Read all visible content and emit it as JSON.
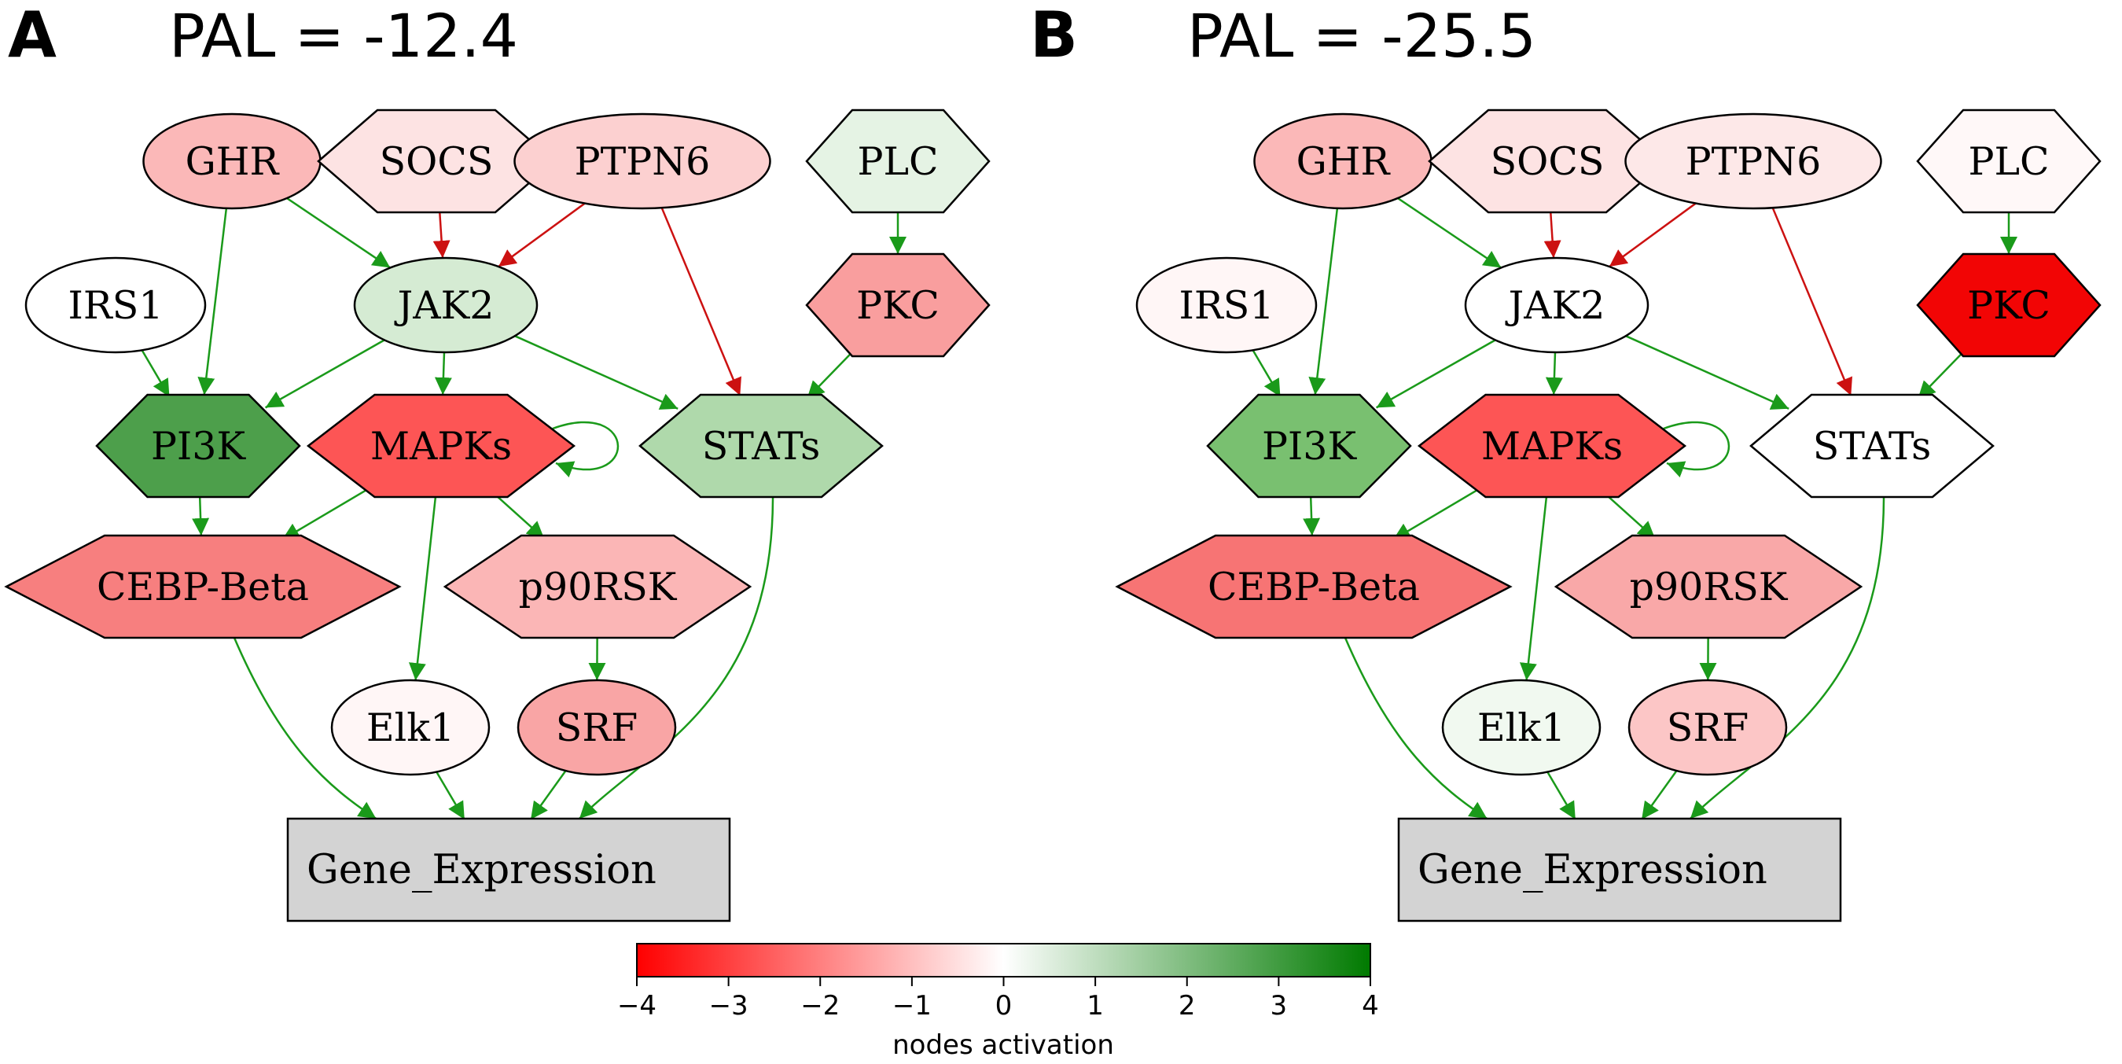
{
  "panels": [
    {
      "letter": "A",
      "title": "PAL = -12.4",
      "nodes": {
        "GHR": {
          "label": "GHR",
          "shape": "ellipse",
          "fill": "#fbb8b8"
        },
        "SOCS": {
          "label": "SOCS",
          "shape": "hexagon",
          "fill": "#fde3e3"
        },
        "PTPN6": {
          "label": "PTPN6",
          "shape": "ellipse",
          "fill": "#fcd0d0"
        },
        "PLC": {
          "label": "PLC",
          "shape": "hexagon",
          "fill": "#e5f3e4"
        },
        "IRS1": {
          "label": "IRS1",
          "shape": "ellipse",
          "fill": "#ffffff"
        },
        "JAK2": {
          "label": "JAK2",
          "shape": "ellipse",
          "fill": "#d5ebd3"
        },
        "PKC": {
          "label": "PKC",
          "shape": "hexagon",
          "fill": "#f99e9e"
        },
        "PI3K": {
          "label": "PI3K",
          "shape": "hexagon",
          "fill": "#4d9f4b"
        },
        "MAPKs": {
          "label": "MAPKs",
          "shape": "hexagon",
          "fill": "#fd5555"
        },
        "STATs": {
          "label": "STATs",
          "shape": "hexagon",
          "fill": "#afd9ab"
        },
        "CEBP-Beta": {
          "label": "CEBP-Beta",
          "shape": "hexagon",
          "fill": "#f77f7f"
        },
        "p90RSK": {
          "label": "p90RSK",
          "shape": "hexagon",
          "fill": "#fbb6b6"
        },
        "Elk1": {
          "label": "Elk1",
          "shape": "ellipse",
          "fill": "#fff6f6"
        },
        "SRF": {
          "label": "SRF",
          "shape": "ellipse",
          "fill": "#f9a5a5"
        },
        "Gene_Expression": {
          "label": "Gene_Expression",
          "shape": "box",
          "fill": "#d3d3d3"
        }
      }
    },
    {
      "letter": "B",
      "title": "PAL = -25.5",
      "nodes": {
        "GHR": {
          "label": "GHR",
          "shape": "ellipse",
          "fill": "#fbb8b8"
        },
        "SOCS": {
          "label": "SOCS",
          "shape": "hexagon",
          "fill": "#fde3e3"
        },
        "PTPN6": {
          "label": "PTPN6",
          "shape": "ellipse",
          "fill": "#fde8e8"
        },
        "PLC": {
          "label": "PLC",
          "shape": "hexagon",
          "fill": "#fff8f8"
        },
        "IRS1": {
          "label": "IRS1",
          "shape": "ellipse",
          "fill": "#fff6f6"
        },
        "JAK2": {
          "label": "JAK2",
          "shape": "ellipse",
          "fill": "#ffffff"
        },
        "PKC": {
          "label": "PKC",
          "shape": "hexagon",
          "fill": "#f20505"
        },
        "PI3K": {
          "label": "PI3K",
          "shape": "hexagon",
          "fill": "#79c070"
        },
        "MAPKs": {
          "label": "MAPKs",
          "shape": "hexagon",
          "fill": "#fd5555"
        },
        "STATs": {
          "label": "STATs",
          "shape": "hexagon",
          "fill": "#ffffff"
        },
        "CEBP-Beta": {
          "label": "CEBP-Beta",
          "shape": "hexagon",
          "fill": "#f77474"
        },
        "p90RSK": {
          "label": "p90RSK",
          "shape": "hexagon",
          "fill": "#f9a8a8"
        },
        "Elk1": {
          "label": "Elk1",
          "shape": "ellipse",
          "fill": "#f1f9f0"
        },
        "SRF": {
          "label": "SRF",
          "shape": "ellipse",
          "fill": "#fcc6c6"
        },
        "Gene_Expression": {
          "label": "Gene_Expression",
          "shape": "box",
          "fill": "#d3d3d3"
        }
      }
    }
  ],
  "edges": [
    {
      "from": "GHR",
      "to": "JAK2",
      "type": "activation"
    },
    {
      "from": "GHR",
      "to": "PI3K",
      "type": "activation"
    },
    {
      "from": "SOCS",
      "to": "JAK2",
      "type": "inhibition"
    },
    {
      "from": "PTPN6",
      "to": "JAK2",
      "type": "inhibition"
    },
    {
      "from": "PTPN6",
      "to": "STATs",
      "type": "inhibition"
    },
    {
      "from": "PLC",
      "to": "PKC",
      "type": "activation"
    },
    {
      "from": "IRS1",
      "to": "PI3K",
      "type": "activation"
    },
    {
      "from": "JAK2",
      "to": "PI3K",
      "type": "activation"
    },
    {
      "from": "JAK2",
      "to": "MAPKs",
      "type": "activation"
    },
    {
      "from": "JAK2",
      "to": "STATs",
      "type": "activation"
    },
    {
      "from": "PKC",
      "to": "STATs",
      "type": "activation"
    },
    {
      "from": "MAPKs",
      "to": "MAPKs",
      "type": "activation"
    },
    {
      "from": "PI3K",
      "to": "CEBP-Beta",
      "type": "activation"
    },
    {
      "from": "MAPKs",
      "to": "CEBP-Beta",
      "type": "activation"
    },
    {
      "from": "MAPKs",
      "to": "p90RSK",
      "type": "activation"
    },
    {
      "from": "MAPKs",
      "to": "Elk1",
      "type": "activation"
    },
    {
      "from": "p90RSK",
      "to": "SRF",
      "type": "activation"
    },
    {
      "from": "CEBP-Beta",
      "to": "Gene_Expression",
      "type": "activation"
    },
    {
      "from": "Elk1",
      "to": "Gene_Expression",
      "type": "activation"
    },
    {
      "from": "SRF",
      "to": "Gene_Expression",
      "type": "activation"
    },
    {
      "from": "STATs",
      "to": "Gene_Expression",
      "type": "activation"
    }
  ],
  "edge_colors": {
    "activation": "#1a9a1a",
    "inhibition": "#cc1111"
  },
  "colorbar": {
    "label": "nodes activation",
    "ticks": [
      "−4",
      "−3",
      "−2",
      "−1",
      "0",
      "1",
      "2",
      "3",
      "4"
    ],
    "range": [
      -4,
      4
    ],
    "colors": {
      "min": "#ff0000",
      "mid": "#ffffff",
      "max": "#007a00"
    }
  }
}
